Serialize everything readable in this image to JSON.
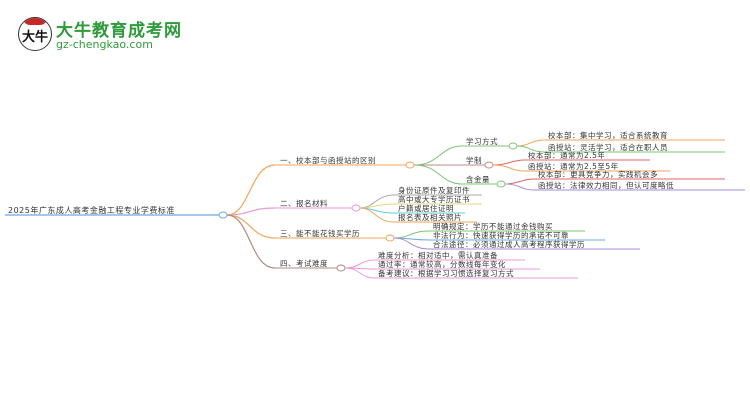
{
  "logo": {
    "badge_glyph": "大牛",
    "title": "大牛教育成考网",
    "url": "gz-chengkao.com"
  },
  "root": {
    "label": "2025年广东成人高考金融工程专业学费标准"
  },
  "branches": [
    {
      "label": "一、校本部与函授站的区别",
      "color": "#f5a35a",
      "children": [
        {
          "label": "学习方式",
          "color": "#7cc576",
          "children": [
            {
              "label": "校本部：集中学习，适合系统教育",
              "color": "#f5a35a"
            },
            {
              "label": "函授站：灵活学习，适合在职人员",
              "color": "#7cc576"
            }
          ]
        },
        {
          "label": "学制",
          "color": "#c78a8a",
          "children": [
            {
              "label": "校本部：通常为2.5年",
              "color": "#e06666"
            },
            {
              "label": "函授站：通常为2.5至5年",
              "color": "#f5a35a"
            }
          ]
        },
        {
          "label": "含金量",
          "color": "#7cc576",
          "children": [
            {
              "label": "校本部：更具竞争力，实践机会多",
              "color": "#e06666"
            },
            {
              "label": "函授站：法律效力相同，但认可度略低",
              "color": "#a98ad6"
            }
          ]
        }
      ]
    },
    {
      "label": "二、报名材料",
      "color": "#e899d8",
      "children": [
        {
          "label": "身份证原件及复印件",
          "color": "#aaaaaa"
        },
        {
          "label": "高中或大专学历证书",
          "color": "#d9d97a"
        },
        {
          "label": "户籍或居住证明",
          "color": "#5ccfd6"
        },
        {
          "label": "报名表及相关照片",
          "color": "#f5a35a"
        }
      ]
    },
    {
      "label": "三、能不能花钱买学历",
      "color": "#f5a35a",
      "children": [
        {
          "label": "明确规定：学历不能通过金钱购买",
          "color": "#7cc576"
        },
        {
          "label": "非法行为：快速获得学历的承诺不可靠",
          "color": "#6aa8e0"
        },
        {
          "label": "合法途径：必须通过成人高考程序获得学历",
          "color": "#a98ad6"
        }
      ]
    },
    {
      "label": "四、考试难度",
      "color": "#b08a80",
      "children": [
        {
          "label": "难度分析：相对适中，需认真准备",
          "color": "#e899d8"
        },
        {
          "label": "通过率：通常较高，分数线每年变化",
          "color": "#e899d8"
        },
        {
          "label": "备考建议：根据学习习惯选择复习方式",
          "color": "#e899d8"
        }
      ]
    }
  ]
}
